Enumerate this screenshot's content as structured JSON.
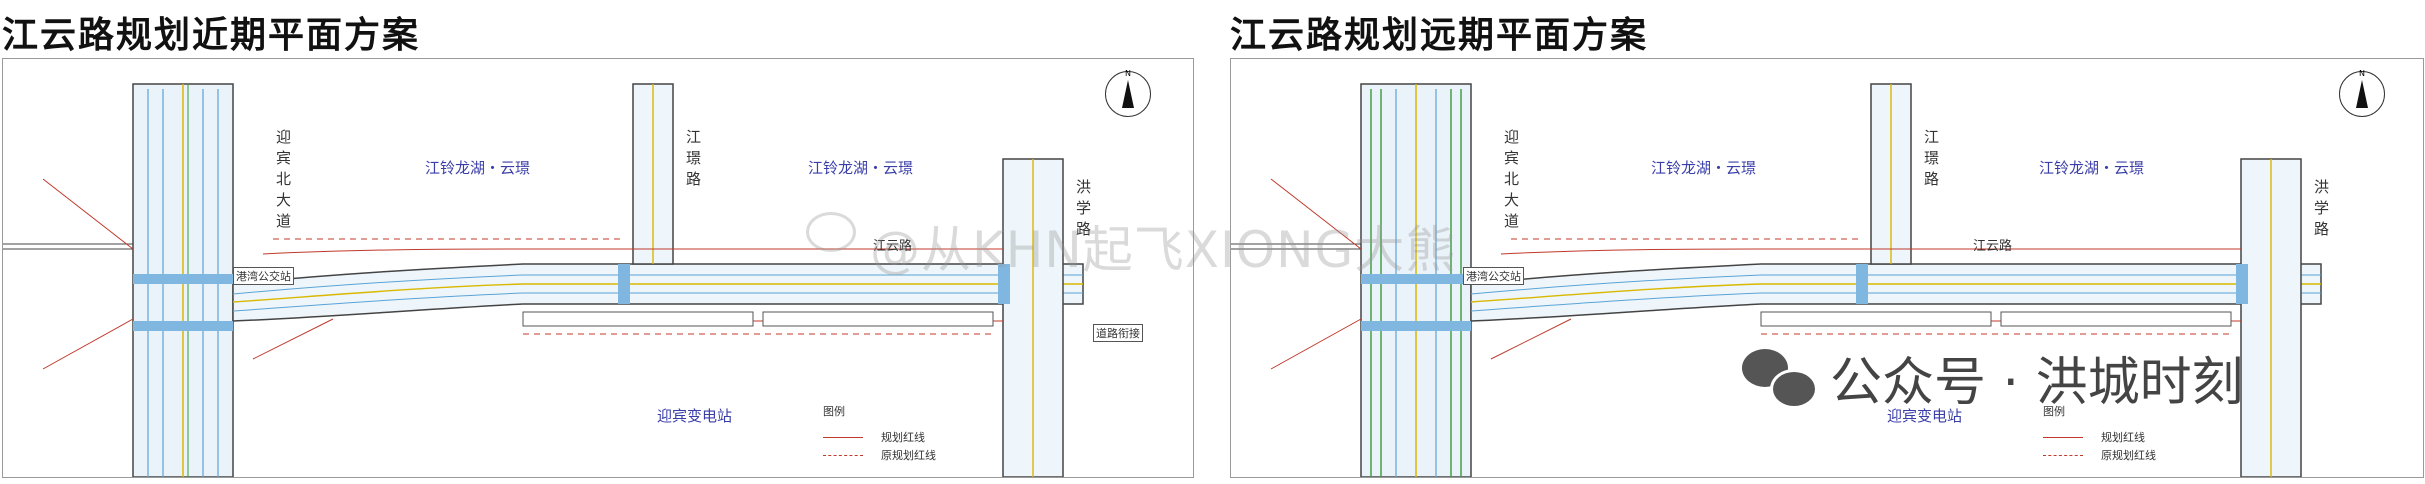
{
  "panels": [
    {
      "title": "江云路规划近期平面方案",
      "labels": {
        "road_north": "迎宾北大道",
        "road_jianghuan": "江璟路",
        "road_hongxue": "洪学路",
        "road_jiangyun": "江云路",
        "district_left": "江铃龙湖・云璟",
        "district_right": "江铃龙湖・云璟",
        "substation": "迎宾变电站",
        "bus_stop": "港湾公交站",
        "exit_note": "道路衔接"
      },
      "legend": {
        "title": "图例",
        "items": [
          {
            "label": "规划红线",
            "color": "#c0392b",
            "style": "solid"
          },
          {
            "label": "原规划红线",
            "color": "#c0392b",
            "style": "dashed"
          }
        ]
      },
      "north_label": "N"
    },
    {
      "title": "江云路规划远期平面方案",
      "labels": {
        "road_north": "迎宾北大道",
        "road_jianghuan": "江璟路",
        "road_hongxue": "洪学路",
        "road_jiangyun": "江云路",
        "district_left": "江铃龙湖・云璟",
        "district_right": "江铃龙湖・云璟",
        "substation": "迎宾变电站",
        "bus_stop": "港湾公交站"
      },
      "legend": {
        "title": "图例",
        "items": [
          {
            "label": "规划红线",
            "color": "#c0392b",
            "style": "solid"
          },
          {
            "label": "原规划红线",
            "color": "#c0392b",
            "style": "dashed"
          }
        ]
      },
      "north_label": "N"
    }
  ],
  "watermark": "@从KHN起飞XIONG大熊",
  "brand": {
    "text": "公众号 · 洪城时刻",
    "icon": "wechat-icon"
  }
}
